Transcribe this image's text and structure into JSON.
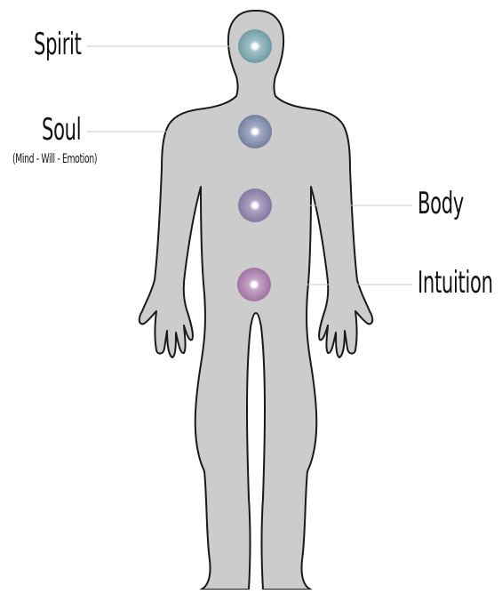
{
  "colors": {
    "figure_fill": "#cccccc",
    "figure_stroke": "#1a1a1a",
    "leader_line": "#c8c8c8",
    "orb_spirit": "#7aa3ab",
    "orb_soul": "#7f88a6",
    "orb_body": "#8d80a8",
    "orb_intuition": "#a77aa9"
  },
  "labels": {
    "spirit": "Spirit",
    "soul": "Soul",
    "soul_sub": "(Mind - Will - Emotion)",
    "body": "Body",
    "intuition": "Intuition"
  }
}
